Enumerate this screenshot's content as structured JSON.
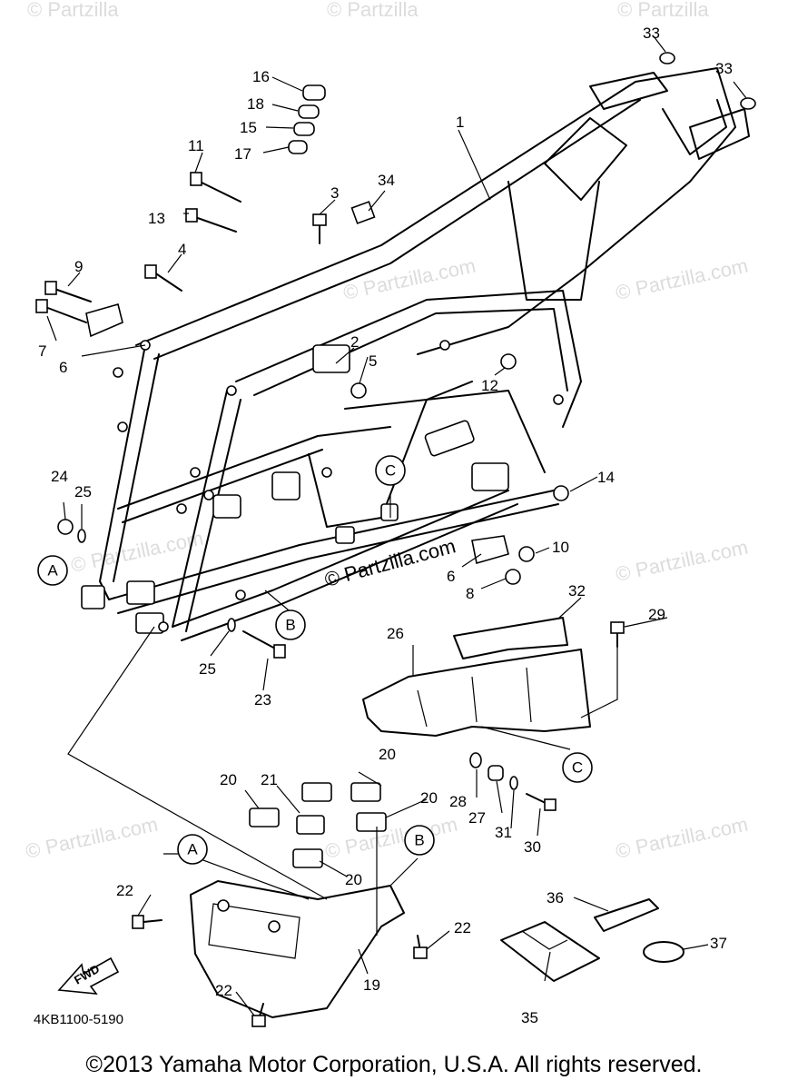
{
  "watermarks": [
    "© Partzilla",
    "© Partzilla",
    "© Partzilla",
    "© Partzilla.com",
    "© Partzilla.com",
    "© Partzilla.com",
    "© Partzilla.com",
    "© Partzilla.com",
    "© Partzilla.com",
    "© Partzilla.com"
  ],
  "center_watermark": "© Partzilla.com",
  "part_labels": [
    "1",
    "2",
    "3",
    "4",
    "5",
    "6",
    "6",
    "7",
    "8",
    "9",
    "10",
    "11",
    "12",
    "13",
    "14",
    "15",
    "16",
    "17",
    "18",
    "19",
    "20",
    "20",
    "20",
    "20",
    "21",
    "22",
    "22",
    "22",
    "23",
    "24",
    "25",
    "25",
    "26",
    "27",
    "28",
    "29",
    "30",
    "31",
    "32",
    "33",
    "33",
    "34",
    "35",
    "36",
    "37"
  ],
  "reference_markers": [
    "A",
    "A",
    "B",
    "B",
    "C",
    "C"
  ],
  "fwd_label": "FWD",
  "diagram_code": "4KB1100-5190",
  "copyright": "©2013  Yamaha Motor Corporation, U.S.A. All rights reserved."
}
